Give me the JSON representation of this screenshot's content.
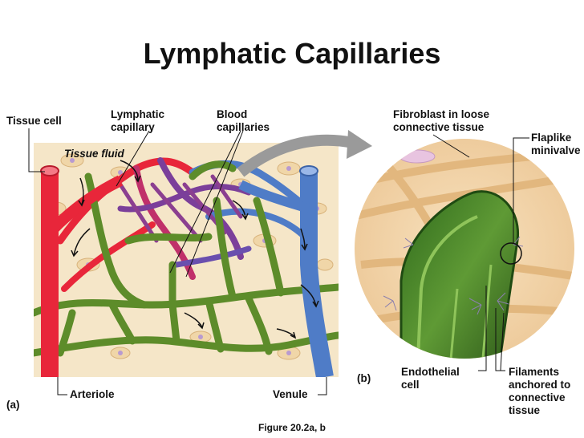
{
  "title": "Lymphatic Capillaries",
  "labels": {
    "tissue_cell": "Tissue cell",
    "lymphatic_capillary": [
      "Lymphatic",
      "capillary"
    ],
    "blood_capillaries": [
      "Blood",
      "capillaries"
    ],
    "tissue_fluid": "Tissue fluid",
    "fibroblast": [
      "Fibroblast in loose",
      "connective tissue"
    ],
    "flaplike_minivalve": [
      "Flaplike",
      "minivalve"
    ],
    "endothelial_cell": [
      "Endothelial",
      "cell"
    ],
    "filaments": [
      "Filaments",
      "anchored to",
      "connective",
      "tissue"
    ],
    "arteriole": "Arteriole",
    "venule": "Venule",
    "panel_a": "(a)",
    "panel_b": "(b)"
  },
  "caption": "Figure 20.2a, b",
  "colors": {
    "artery_red": "#e8263a",
    "vein_blue": "#4f7cc7",
    "capillary_purple": "#7b3f9a",
    "lymph_green": "#5d8c2a",
    "tissue_beige": "#f5e6c8",
    "arrow_gray": "#9a9a9a"
  }
}
